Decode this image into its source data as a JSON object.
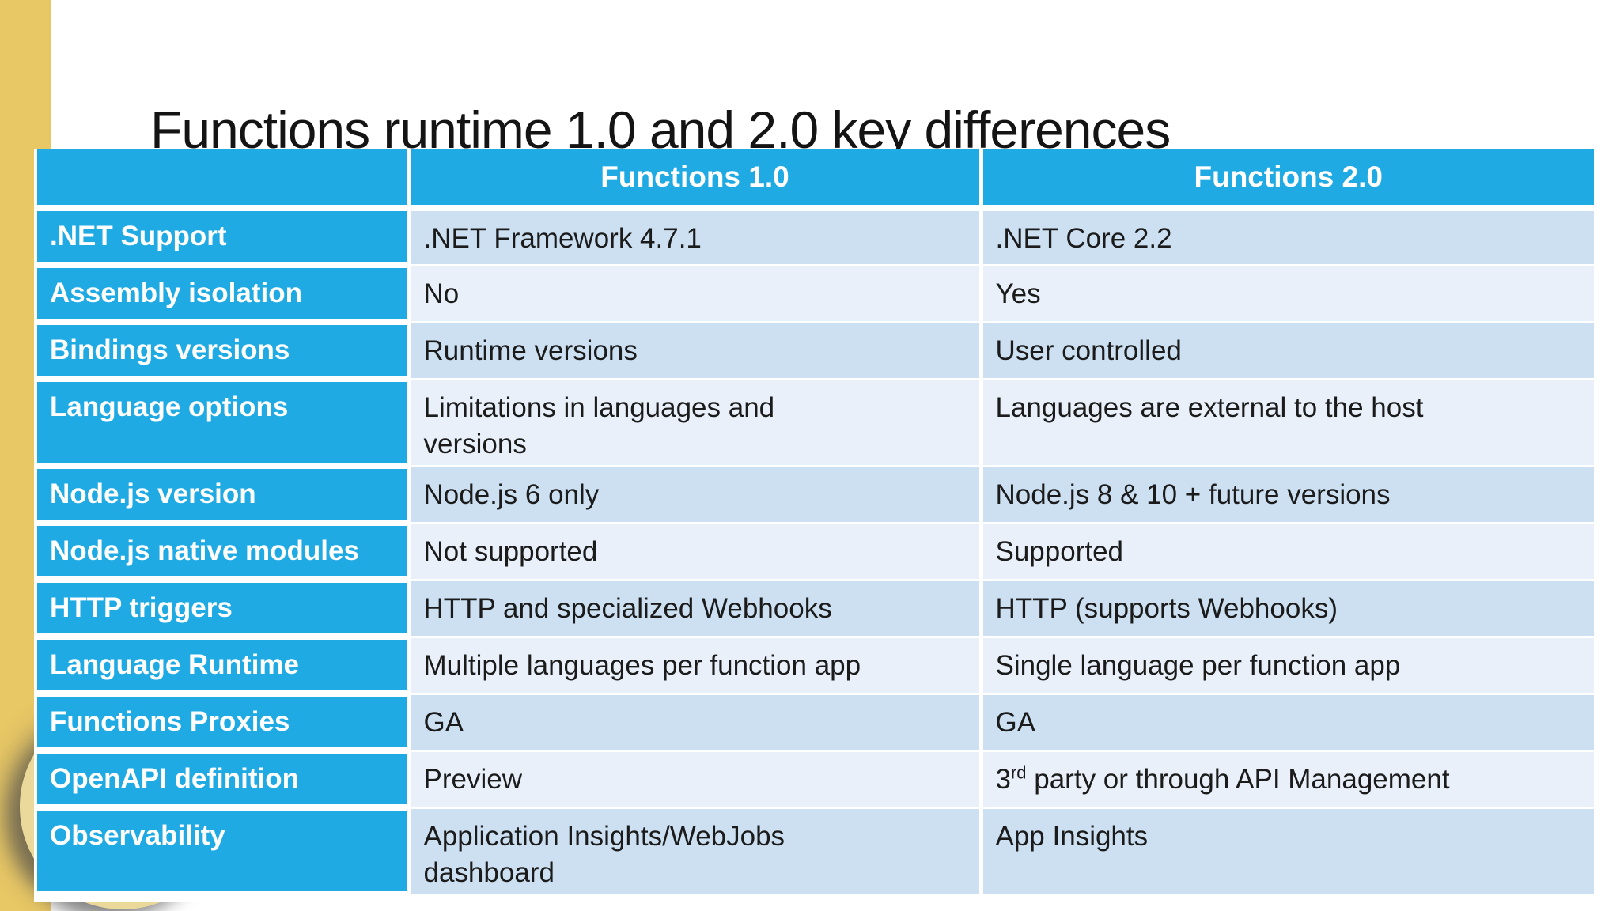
{
  "slide": {
    "title": "Functions runtime 1.0 and 2.0 key differences"
  },
  "colors": {
    "accent_cyan": "#1FAAE3",
    "accent_yellow": "#E8C765",
    "row_shade_dark": "#CCE0F2",
    "row_shade_light": "#E9F0FA",
    "body_text": "#1B1B1B",
    "header_text": "#FFFFFF",
    "circle_cream": "#EBD99B"
  },
  "table": {
    "column_headers": [
      "",
      "Functions 1.0",
      "Functions 2.0"
    ],
    "rows": [
      {
        "label": ".NET Support",
        "v1": ".NET Framework 4.7.1",
        "v2": ".NET Core 2.2"
      },
      {
        "label": "Assembly isolation",
        "v1": "No",
        "v2": "Yes"
      },
      {
        "label": "Bindings versions",
        "v1": "Runtime versions",
        "v2": "User controlled"
      },
      {
        "label": "Language options",
        "v1": "Limitations in languages and\nversions",
        "v2": "Languages are external to the host",
        "tall": true
      },
      {
        "label": "Node.js version",
        "v1": "Node.js 6 only",
        "v2": "Node.js 8 & 10 + future versions"
      },
      {
        "label": "Node.js native modules",
        "v1": "Not supported",
        "v2": "Supported"
      },
      {
        "label": "HTTP triggers",
        "v1": "HTTP and specialized Webhooks",
        "v2": "HTTP (supports Webhooks)"
      },
      {
        "label": "Language Runtime",
        "v1": "Multiple languages per function app",
        "v2": "Single language per function app"
      },
      {
        "label": "Functions Proxies",
        "v1": "GA",
        "v2": "GA"
      },
      {
        "label": "OpenAPI definition",
        "v1": "Preview",
        "v2": {
          "pre": "3",
          "sup": "rd",
          "post": " party or through API Management"
        }
      },
      {
        "label": "Observability",
        "v1": "Application Insights/WebJobs\ndashboard",
        "v2": "App Insights",
        "tall": true
      }
    ]
  }
}
